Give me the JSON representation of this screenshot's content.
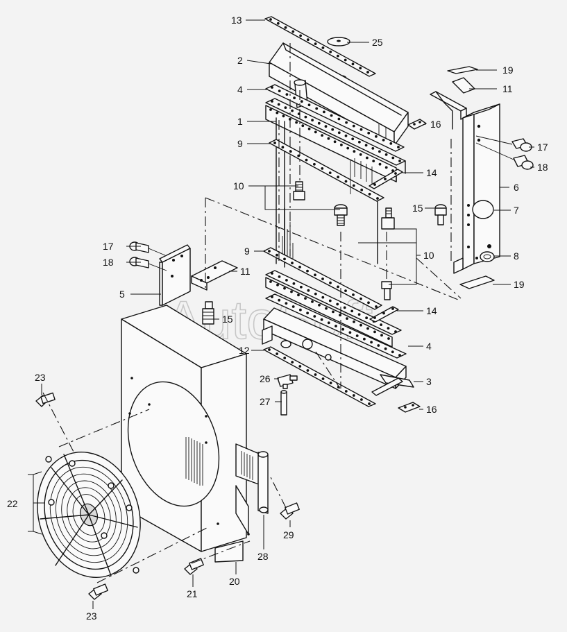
{
  "watermark": "AutoSoft",
  "callouts": [
    {
      "id": "c13",
      "text": "13"
    },
    {
      "id": "c25",
      "text": "25"
    },
    {
      "id": "c2",
      "text": "2"
    },
    {
      "id": "c4a",
      "text": "4"
    },
    {
      "id": "c1",
      "text": "1"
    },
    {
      "id": "c9a",
      "text": "9"
    },
    {
      "id": "c10a",
      "text": "10"
    },
    {
      "id": "c19a",
      "text": "19"
    },
    {
      "id": "c11a",
      "text": "11"
    },
    {
      "id": "c16a",
      "text": "16"
    },
    {
      "id": "c17a",
      "text": "17"
    },
    {
      "id": "c18a",
      "text": "18"
    },
    {
      "id": "c14a",
      "text": "14"
    },
    {
      "id": "c6",
      "text": "6"
    },
    {
      "id": "c15a",
      "text": "15"
    },
    {
      "id": "c7",
      "text": "7"
    },
    {
      "id": "c10b",
      "text": "10"
    },
    {
      "id": "c8",
      "text": "8"
    },
    {
      "id": "c19b",
      "text": "19"
    },
    {
      "id": "c17b",
      "text": "17"
    },
    {
      "id": "c18b",
      "text": "18"
    },
    {
      "id": "c9b",
      "text": "9"
    },
    {
      "id": "c11b",
      "text": "11"
    },
    {
      "id": "c5",
      "text": "5"
    },
    {
      "id": "c15b",
      "text": "15"
    },
    {
      "id": "c14b",
      "text": "14"
    },
    {
      "id": "c12",
      "text": "12"
    },
    {
      "id": "c4b",
      "text": "4"
    },
    {
      "id": "c26",
      "text": "26"
    },
    {
      "id": "c3",
      "text": "3"
    },
    {
      "id": "c27",
      "text": "27"
    },
    {
      "id": "c16b",
      "text": "16"
    },
    {
      "id": "c23a",
      "text": "23"
    },
    {
      "id": "c22",
      "text": "22"
    },
    {
      "id": "c29",
      "text": "29"
    },
    {
      "id": "c28",
      "text": "28"
    },
    {
      "id": "c20",
      "text": "20"
    },
    {
      "id": "c21",
      "text": "21"
    },
    {
      "id": "c23b",
      "text": "23"
    }
  ]
}
